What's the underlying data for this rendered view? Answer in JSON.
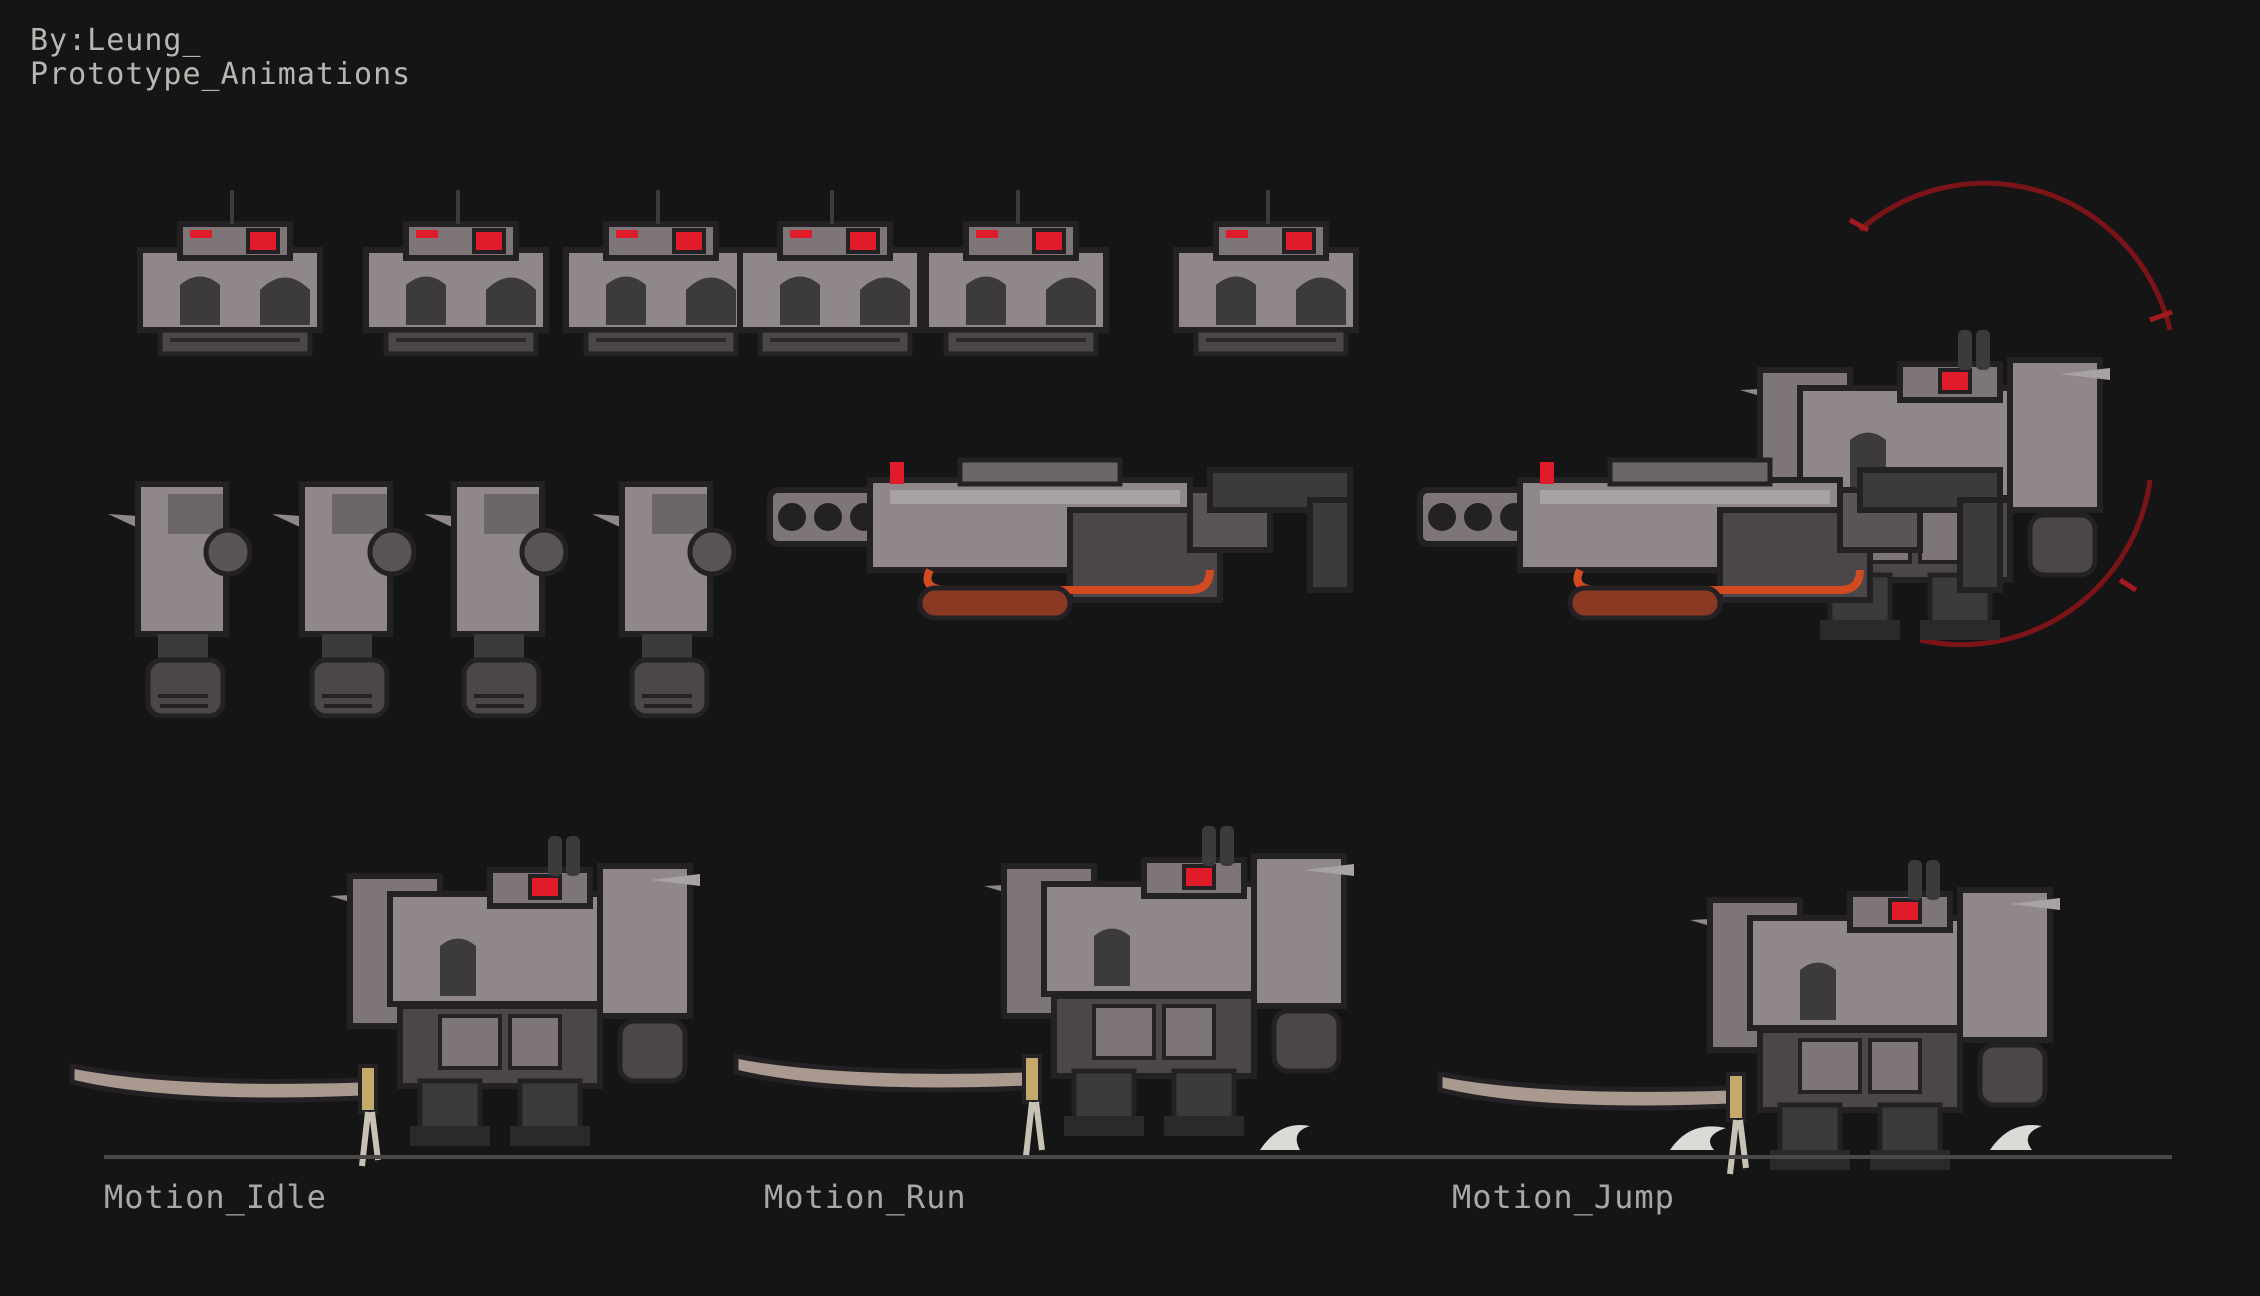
{
  "header": {
    "author": "By:Leung_",
    "title": "Prototype_Animations"
  },
  "labels": {
    "idle": "Motion_Idle",
    "run": "Motion_Run",
    "jump": "Motion_Jump"
  },
  "palette": {
    "background": "#161515",
    "armor_light": "#8f8789",
    "armor_mid": "#6d6668",
    "armor_dark": "#3d3a3d",
    "outline": "#232124",
    "eye_red": "#e01b2a",
    "cable_orange": "#d24a22",
    "blade": "#a9998f",
    "aura_red": "#7a1418"
  },
  "sprites": {
    "head_frames": 6,
    "arm_frames": 4
  }
}
